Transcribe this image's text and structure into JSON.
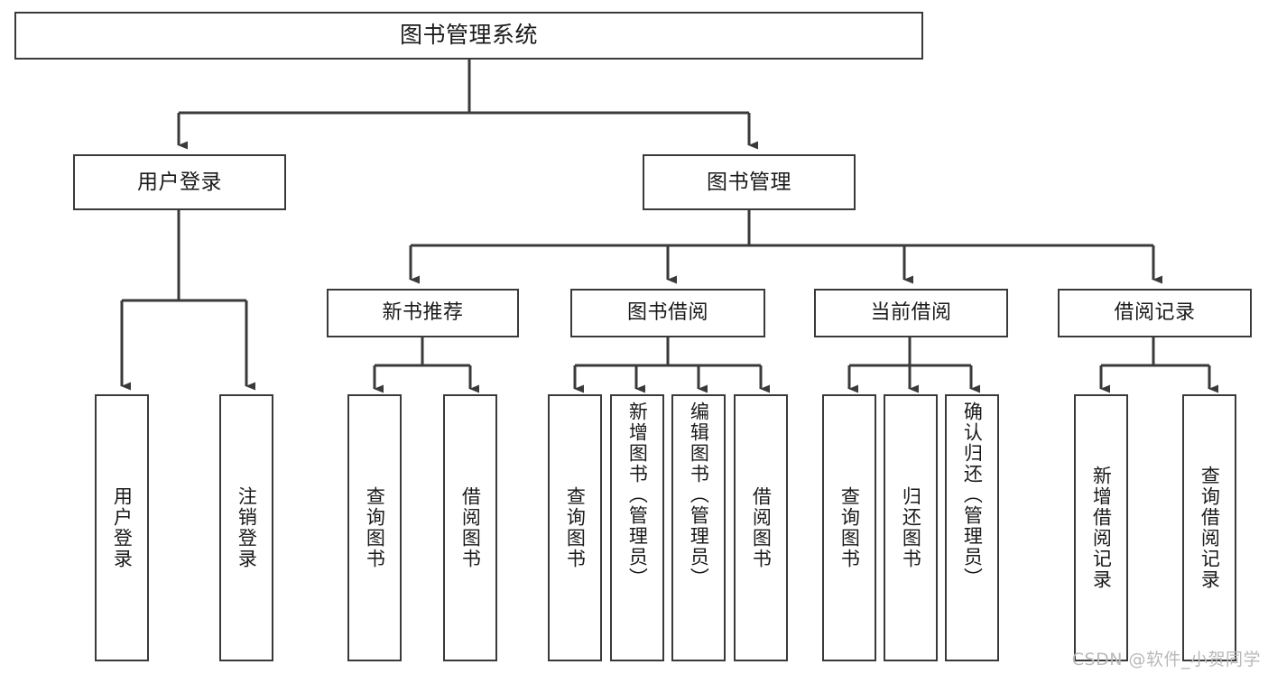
{
  "diagram": {
    "title": "图书管理系统",
    "type": "tree",
    "style": {
      "box_stroke": "#3a3a3a",
      "box_fill": "#ffffff",
      "line_stroke": "#3a3a3a",
      "text_color": "#1a1a1a",
      "background": "#ffffff"
    },
    "root": {
      "label": "图书管理系统"
    },
    "level2": [
      {
        "label": "用户登录"
      },
      {
        "label": "图书管理"
      }
    ],
    "level3": [
      {
        "label": "新书推荐"
      },
      {
        "label": "图书借阅"
      },
      {
        "label": "当前借阅"
      },
      {
        "label": "借阅记录"
      }
    ],
    "leaves": {
      "user_login": [
        {
          "label": "用户登录"
        },
        {
          "label": "注销登录"
        }
      ],
      "new_book_recommend": [
        {
          "label": "查询图书"
        },
        {
          "label": "借阅图书"
        }
      ],
      "book_borrow": [
        {
          "label": "查询图书"
        },
        {
          "label": "新增图书（管理员）"
        },
        {
          "label": "编辑图书（管理员）"
        },
        {
          "label": "借阅图书"
        }
      ],
      "current_borrow": [
        {
          "label": "查询图书"
        },
        {
          "label": "归还图书"
        },
        {
          "label": "确认归还（管理员）"
        }
      ],
      "borrow_record": [
        {
          "label": "新增借阅记录"
        },
        {
          "label": "查询借阅记录"
        }
      ]
    }
  },
  "watermark": {
    "text": "CSDN @软件_小贺同学"
  }
}
